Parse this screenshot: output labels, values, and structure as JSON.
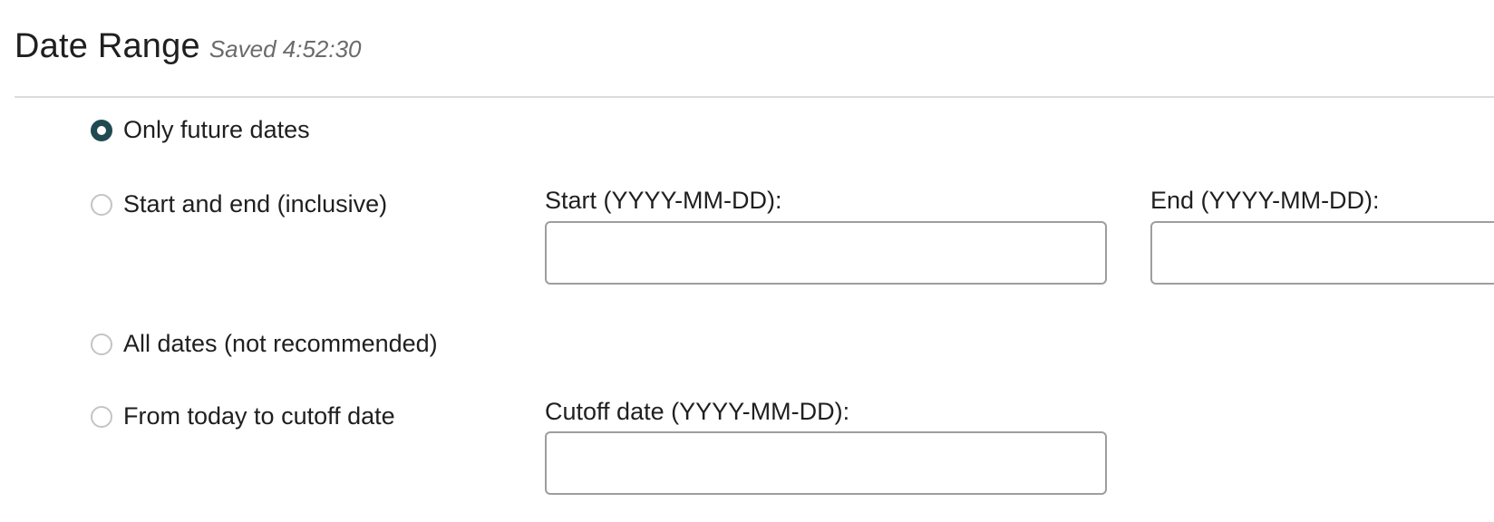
{
  "header": {
    "title": "Date Range",
    "saved_status": "Saved 4:52:30"
  },
  "options": [
    {
      "label": "Only future dates",
      "selected": true
    },
    {
      "label": "Start and end (inclusive)",
      "selected": false
    },
    {
      "label": "All dates (not recommended)",
      "selected": false
    },
    {
      "label": "From today to cutoff date",
      "selected": false
    }
  ],
  "fields": {
    "start": {
      "label": "Start (YYYY-MM-DD):",
      "value": "",
      "placeholder": ""
    },
    "end": {
      "label": "End (YYYY-MM-DD):",
      "value": "",
      "placeholder": ""
    },
    "cutoff": {
      "label": "Cutoff date (YYYY-MM-DD):",
      "value": "",
      "placeholder": ""
    }
  },
  "colors": {
    "accent": "#1f4a52",
    "divider": "#dcdcdc",
    "input_border": "#9e9e9e",
    "muted_text": "#6b6b6b"
  }
}
